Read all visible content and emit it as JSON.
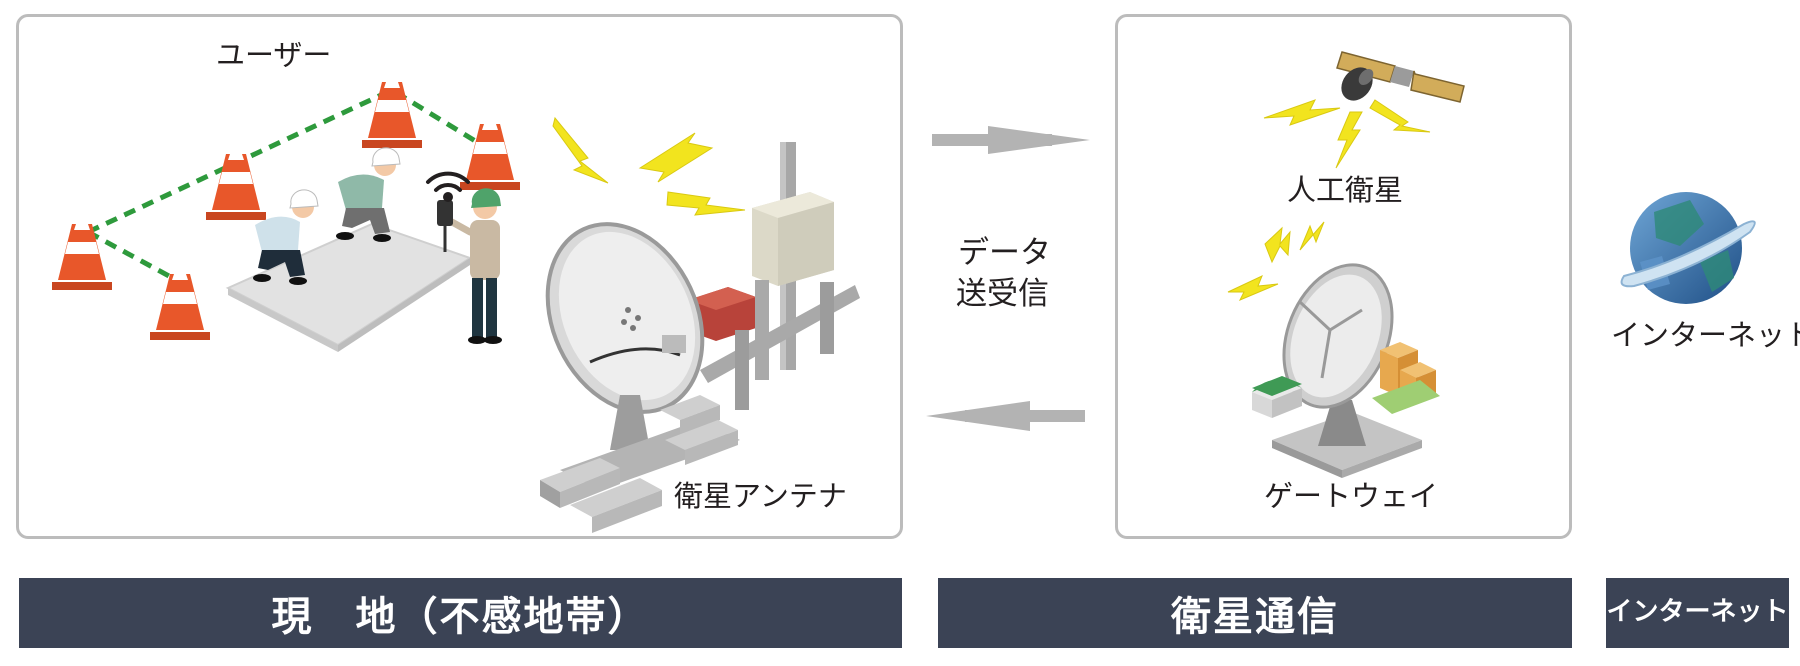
{
  "diagram": {
    "panels": {
      "site": {
        "user_label": "ユーザー",
        "antenna_label": "衛星アンテナ"
      },
      "satellite": {
        "satellite_label": "人工衛星",
        "gateway_label": "ゲートウェイ"
      }
    },
    "flow": {
      "label_line1": "データ",
      "label_line2": "送受信"
    },
    "internet_label": "インターネット",
    "bars": {
      "site": "現　地（不感地帯）",
      "satellite": "衛星通信",
      "internet_line1": "インター",
      "internet_line2": "ネット"
    },
    "colors": {
      "bar_background": "#3b4355",
      "panel_border": "#bcbcbc",
      "arrow": "#b3b3b3",
      "cone_orange": "#e8572a",
      "lightning_yellow": "#f2e41e",
      "globe_blue": "#3a6ea5"
    }
  }
}
